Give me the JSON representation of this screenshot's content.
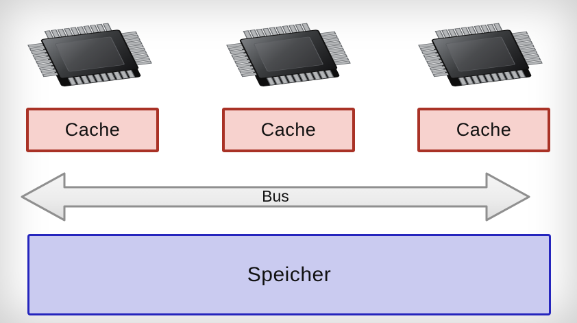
{
  "caches": [
    {
      "label": "Cache"
    },
    {
      "label": "Cache"
    },
    {
      "label": "Cache"
    }
  ],
  "bus": {
    "label": "Bus"
  },
  "memory": {
    "label": "Speicher"
  },
  "icons": {
    "chip": "cpu-chip-icon"
  },
  "colors": {
    "cache_fill": "#f7d2ce",
    "cache_border": "#a93226",
    "bus_fill": "#efefef",
    "bus_border": "#8f8f8f",
    "memory_fill": "#cacbf0",
    "memory_border": "#2525bd",
    "chip_body": "#2e2f31",
    "chip_pins": "#b4b6b8"
  }
}
